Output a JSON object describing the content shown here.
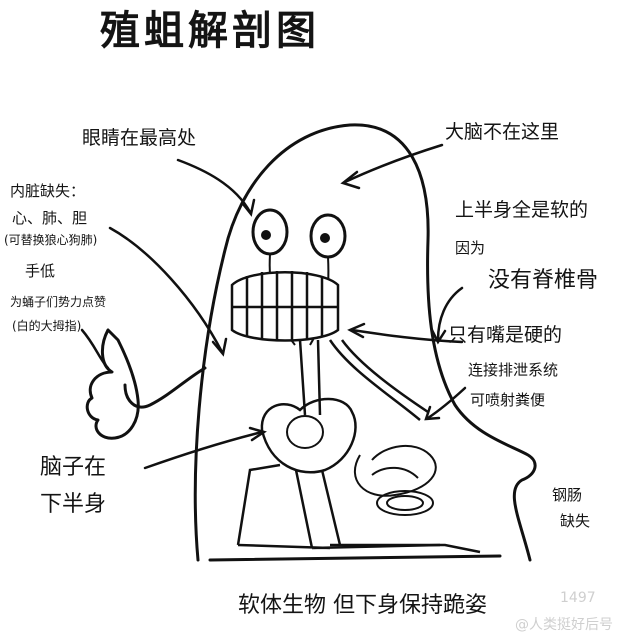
{
  "title": "殖蛆解剖图",
  "labels": {
    "eyes": "眼睛在最高处",
    "brain_not_here": "大脑不在这里",
    "organs_missing_1": "内脏缺失：",
    "organs_missing_2": "心、肺、胆",
    "organs_missing_3": "(可替换狼心狗肺)",
    "hand_1": "手低",
    "hand_2": "为蛹子们势力点赞",
    "hand_3": "(白的大拇指)",
    "soft_1": "上半身全是软的",
    "soft_2": "因为",
    "soft_3": "没有脊椎骨",
    "mouth_1": "只有嘴是硬的",
    "mouth_2": "连接排泄系统",
    "mouth_3": "可喷射粪便",
    "brain_lower_1": "脑子在",
    "brain_lower_2": "下半身",
    "steel_1": "钢肠",
    "steel_2": "缺失",
    "bottom": "软体生物 但下身保持跪姿"
  },
  "watermarks": {
    "w1": "@人类挺好后号",
    "w2": "1497"
  }
}
